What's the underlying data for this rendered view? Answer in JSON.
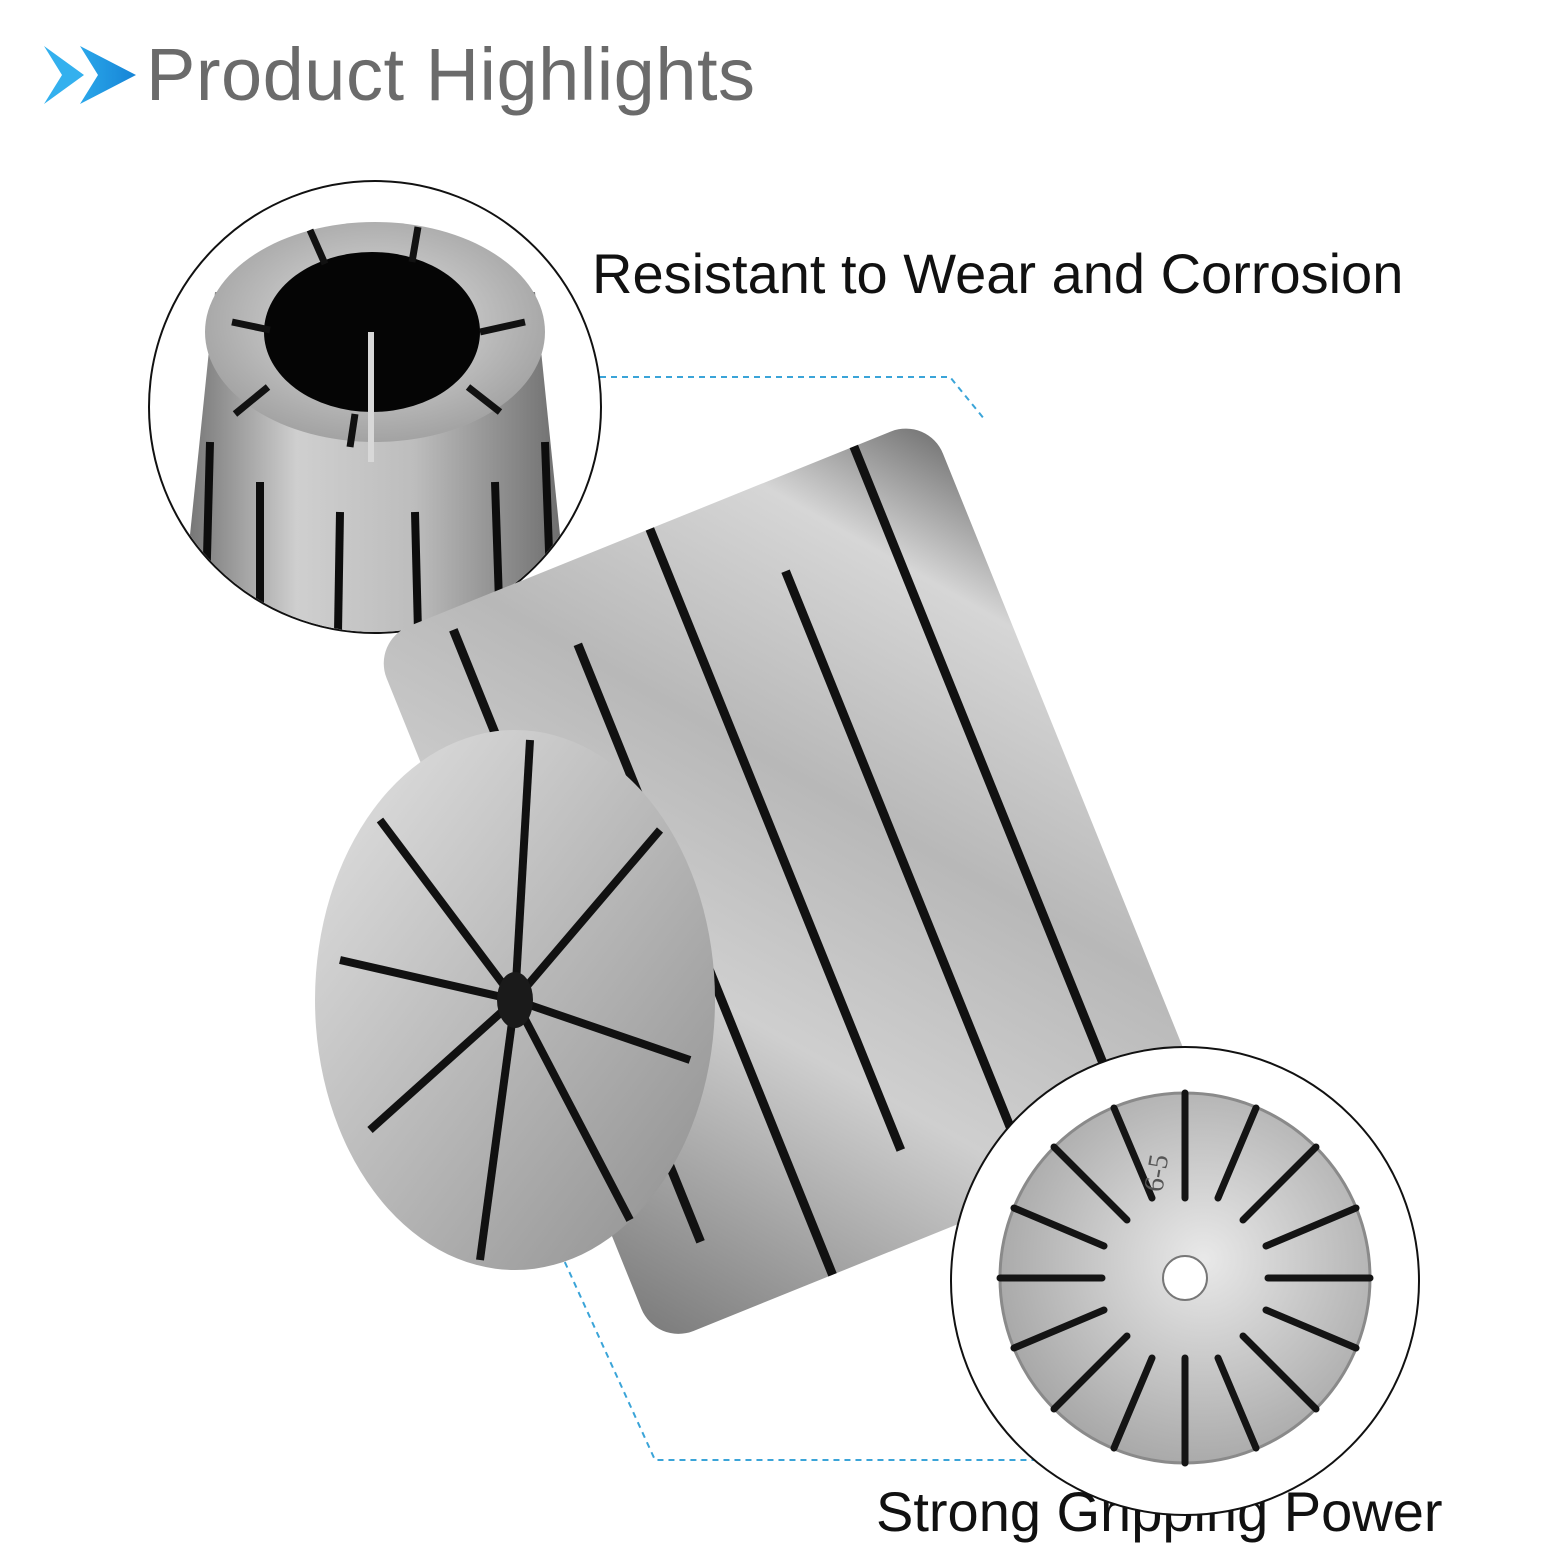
{
  "header": {
    "title": "Product Highlights",
    "accent_color": "#1e9be6",
    "icon": "double-chevron-right-icon"
  },
  "highlights": [
    {
      "label": "Resistant to Wear and Corrosion"
    },
    {
      "label": "Strong Gripping Power"
    },
    {
      "marking": "6-5"
    }
  ],
  "colors": {
    "leader_line": "#3aa4d8",
    "steel": "#b9b9b9"
  }
}
